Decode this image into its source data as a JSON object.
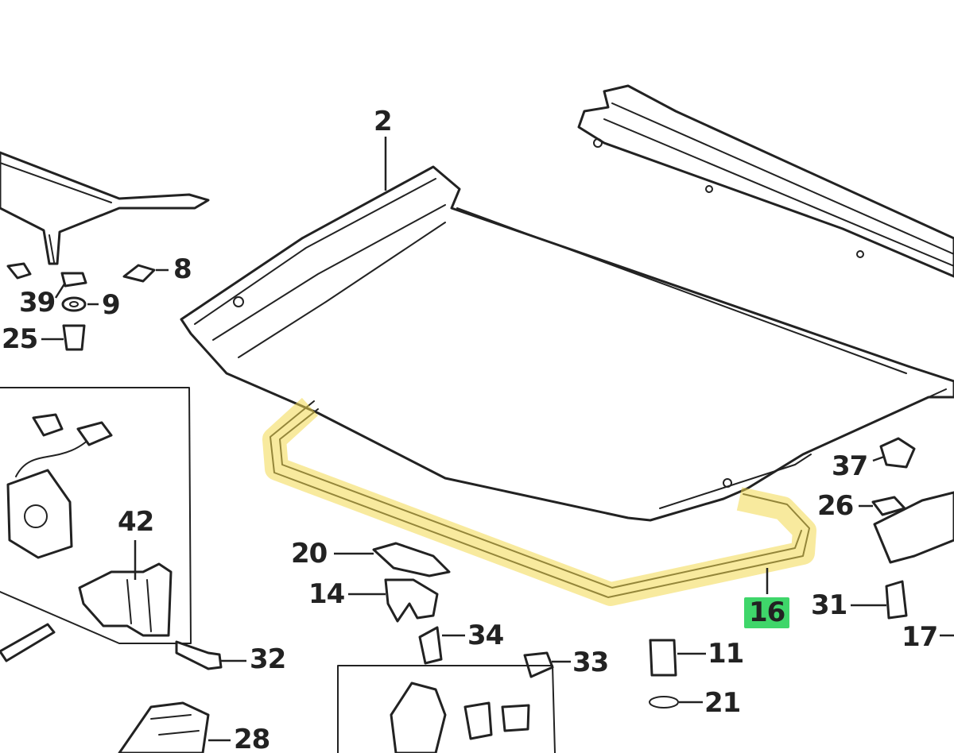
{
  "callouts": {
    "c2": "2",
    "c8": "8",
    "c39": "39",
    "c9": "9",
    "c25": "25",
    "c42": "42",
    "c20": "20",
    "c14": "14",
    "c34": "34",
    "c33": "33",
    "c11": "11",
    "c21": "21",
    "c32": "32",
    "c28": "28",
    "c37": "37",
    "c26": "26",
    "c31": "31",
    "c16": "16",
    "c17": "17"
  },
  "highlight": {
    "part": "16",
    "label_color": "#3fd66a",
    "outline_color": "#f2d94e"
  }
}
